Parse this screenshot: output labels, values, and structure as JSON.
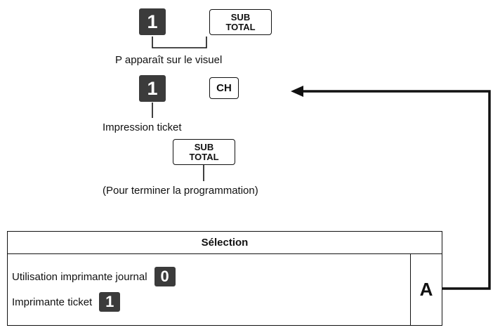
{
  "steps": {
    "key_1_top": "1",
    "subtotal_top": [
      "SUB",
      "TOTAL"
    ],
    "label_p": "P apparaît sur le visuel",
    "key_1_mid": "1",
    "key_ch": "CH",
    "label_print": "Impression ticket",
    "subtotal_bottom": [
      "SUB",
      "TOTAL"
    ],
    "label_end": "(Pour terminer la programmation)"
  },
  "table": {
    "header": "Sélection",
    "rows": [
      {
        "label": "Utilisation imprimante journal",
        "key": "0"
      },
      {
        "label": "Imprimante ticket",
        "key": "1"
      }
    ],
    "selector": "A"
  },
  "colors": {
    "key_fill": "#3b3b3b",
    "line": "#111111"
  }
}
